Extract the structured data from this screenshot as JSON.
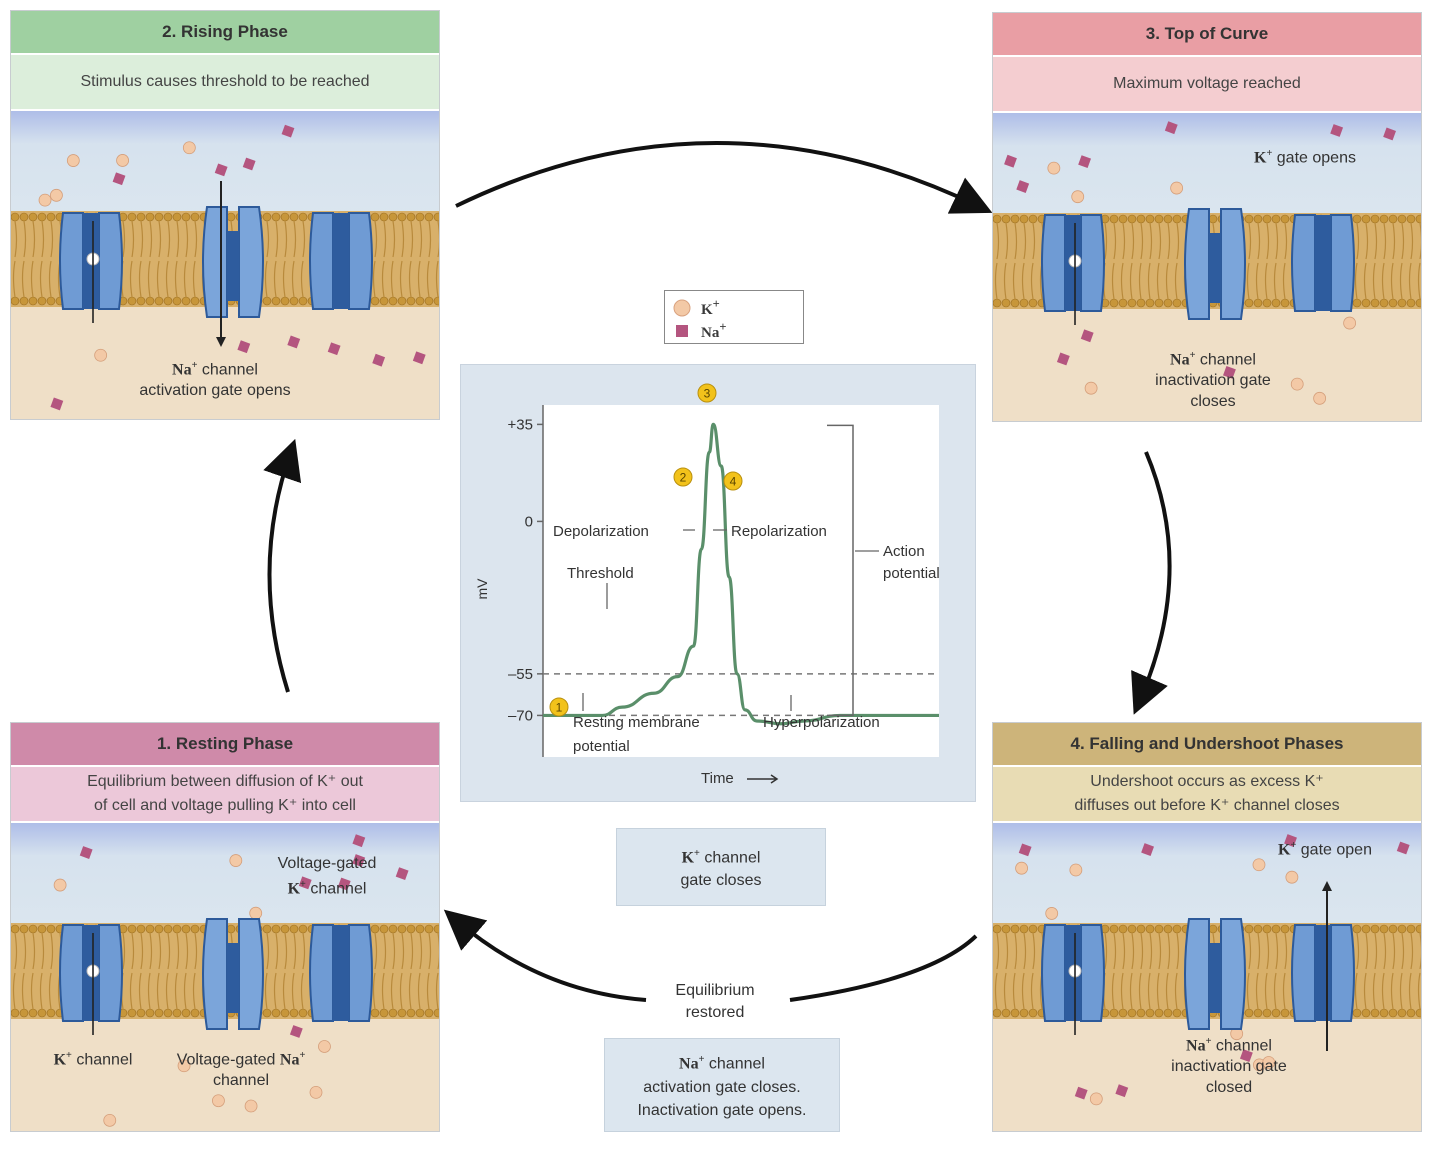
{
  "panels": {
    "resting": {
      "title": "1. Resting Phase",
      "desc_line1": "Equilibrium between diffusion of K⁺ out",
      "desc_line2": "of cell and voltage pulling K⁺ into cell",
      "label_vg_line1": "Voltage-gated",
      "label_vg_ion": "K",
      "label_vg_rest": "channel",
      "label_k_ion": "K",
      "label_k_rest": "channel",
      "label_na_pre": "Voltage-gated",
      "label_na_ion": "Na",
      "label_na_rest": "channel"
    },
    "rising": {
      "title": "2. Rising Phase",
      "desc": "Stimulus causes threshold to be reached",
      "label_ion": "Na",
      "label_rest1": "channel",
      "label_line2": "activation gate opens"
    },
    "top": {
      "title": "3. Top of Curve",
      "desc": "Maximum voltage reached",
      "gate_ion": "K",
      "gate_rest": "gate opens",
      "label_ion": "Na",
      "label_rest1": "channel",
      "label_line2": "inactivation gate",
      "label_line3": "closes"
    },
    "falling": {
      "title": "4. Falling and Undershoot Phases",
      "desc_line1": "Undershoot occurs as excess K⁺",
      "desc_line2": "diffuses out before K⁺ channel closes",
      "gate_ion": "K",
      "gate_rest": "gate open",
      "label_ion": "Na",
      "label_rest1": "channel",
      "label_line2": "inactivation gate",
      "label_line3": "closed"
    }
  },
  "legend": {
    "k_label": "K",
    "na_label": "Na",
    "k_color": "#f3c9a6",
    "na_color": "#b4557f"
  },
  "notes": {
    "k_channel_line1": "channel",
    "k_channel_ion": "K",
    "k_channel_line2": "gate closes",
    "equilibrium_line1": "Equilibrium",
    "equilibrium_line2": "restored",
    "na_channel_ion": "Na",
    "na_channel_line1": "channel",
    "na_channel_line2": "activation gate closes.",
    "na_channel_line3": "Inactivation gate opens."
  },
  "chart_data": {
    "type": "line",
    "ylabel": "mV",
    "xlabel": "Time",
    "y_ticks": [
      "+35",
      "0",
      "–55",
      "–70"
    ],
    "y_tick_values": [
      35,
      0,
      -55,
      -70
    ],
    "threshold": -55,
    "resting": -70,
    "series": [
      {
        "values": [
          [
            0,
            -70
          ],
          [
            0.15,
            -70
          ],
          [
            0.2,
            -67
          ],
          [
            0.28,
            -62
          ],
          [
            0.34,
            -56
          ],
          [
            0.38,
            -45
          ],
          [
            0.4,
            -10
          ],
          [
            0.42,
            25
          ],
          [
            0.43,
            35
          ],
          [
            0.45,
            20
          ],
          [
            0.47,
            -20
          ],
          [
            0.49,
            -55
          ],
          [
            0.51,
            -68
          ],
          [
            0.54,
            -72
          ],
          [
            0.6,
            -73
          ],
          [
            0.66,
            -72
          ],
          [
            0.75,
            -70
          ],
          [
            1.0,
            -70
          ]
        ]
      }
    ],
    "annotations": {
      "depolarization": "Depolarization",
      "repolarization": "Repolarization",
      "threshold": "Threshold",
      "action_line1": "Action",
      "action_line2": "potential",
      "resting_line1": "Resting membrane",
      "resting_line2": "potential",
      "hyperpolarization": "Hyperpolarization"
    },
    "markers": [
      "1",
      "2",
      "3",
      "4"
    ],
    "line_color": "#5a8f6a",
    "marker_color": "#f2c21b"
  }
}
